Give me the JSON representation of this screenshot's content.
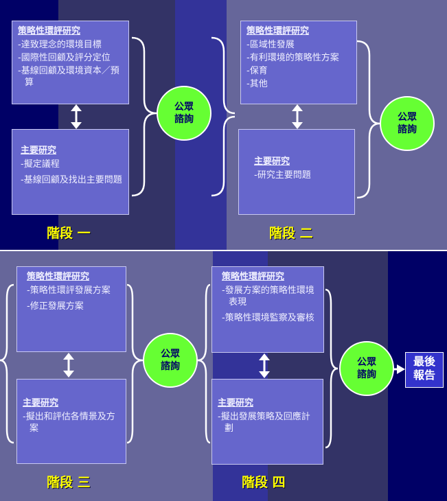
{
  "consult_label": "公眾諮詢",
  "final_report": "最後報告",
  "stages": [
    {
      "label": "階段 一",
      "strategic": {
        "title": "策略性環評研究",
        "items": [
          "-達致理念的環境目標",
          "-國際性回顧及評分定位",
          "-基線回顧及環境資本／預算"
        ]
      },
      "main": {
        "title": "主要研究",
        "items": [
          "-擬定議程",
          "-基線回顧及找出主要問題"
        ]
      }
    },
    {
      "label": "階段 二",
      "strategic": {
        "title": "策略性環評研究",
        "items": [
          "-區域性發展",
          "-有利環境的策略性方案",
          "-保育",
          "-其他"
        ]
      },
      "main": {
        "title": "主要研究",
        "items": [
          "-研究主要問題"
        ]
      }
    },
    {
      "label": "階段 三",
      "strategic": {
        "title": "策略性環評研究",
        "items": [
          "-策略性環評發展方案",
          "-修正發展方案"
        ]
      },
      "main": {
        "title": "主要研究",
        "items": [
          "-擬出和評估各情景及方案"
        ]
      }
    },
    {
      "label": "階段 四",
      "strategic": {
        "title": "策略性環評研究",
        "items": [
          "-發展方案的策略性環境表現",
          "-策略性環境監察及審核"
        ]
      },
      "main": {
        "title": "主要研究",
        "items": [
          "-擬出發展策略及回應計劃"
        ]
      }
    }
  ]
}
